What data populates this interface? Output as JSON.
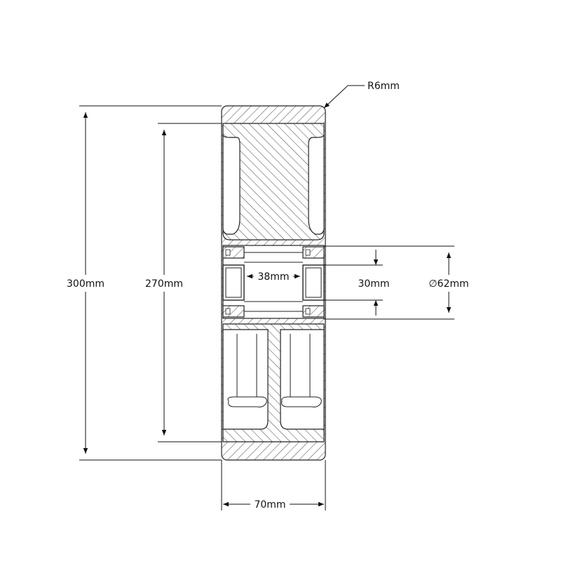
{
  "labels": {
    "radius": "R6mm",
    "overall_diameter": "300mm",
    "core_diameter": "270mm",
    "bore_width": "38mm",
    "bore_diameter": "30mm",
    "hub_diameter": "62mm",
    "width": "70mm"
  },
  "symbols": {
    "diameter_symbol": "∅"
  },
  "colors": {
    "line": "#222222",
    "background": "#ffffff"
  }
}
